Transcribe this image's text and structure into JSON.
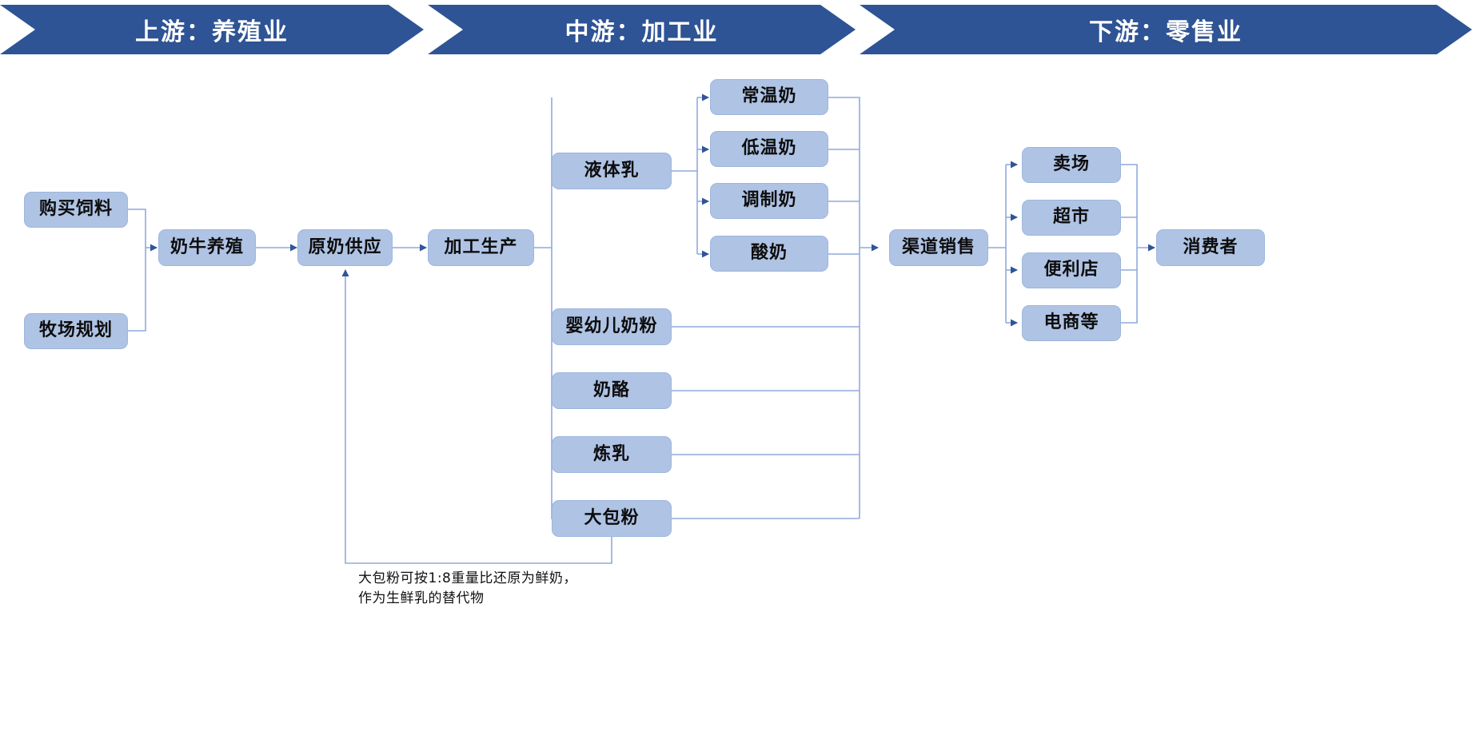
{
  "banners": [
    {
      "id": "upstream",
      "label": "上游：养殖业"
    },
    {
      "id": "midstream",
      "label": "中游：加工业"
    },
    {
      "id": "downstream",
      "label": "下游：零售业"
    }
  ],
  "colors": {
    "banner_fill": "#2E5496",
    "banner_text": "#FFFFFF",
    "node_fill": "#AFC3E4",
    "node_border": "#9FB6DE",
    "node_text": "#0D0D0D",
    "connector": "#4472C4",
    "connector_light": "#8FAADC",
    "background": "#FFFFFF"
  },
  "upstream": {
    "inputs": [
      {
        "id": "buy-feed",
        "label": "购买饲料"
      },
      {
        "id": "farm-planning",
        "label": "牧场规划"
      }
    ],
    "stages": [
      {
        "id": "dairy-farming",
        "label": "奶牛养殖"
      },
      {
        "id": "raw-milk-supply",
        "label": "原奶供应"
      }
    ]
  },
  "midstream": {
    "processing": {
      "id": "processing",
      "label": "加工生产"
    },
    "categories": [
      {
        "id": "liquid-milk",
        "label": "液体乳"
      },
      {
        "id": "infant-formula",
        "label": "婴幼儿奶粉"
      },
      {
        "id": "cheese",
        "label": "奶酪"
      },
      {
        "id": "condensed-milk",
        "label": "炼乳"
      },
      {
        "id": "milk-powder",
        "label": "大包粉"
      }
    ],
    "liquid_milk_products": [
      {
        "id": "ambient-milk",
        "label": "常温奶"
      },
      {
        "id": "chilled-milk",
        "label": "低温奶"
      },
      {
        "id": "formulated-milk",
        "label": "调制奶"
      },
      {
        "id": "yogurt",
        "label": "酸奶"
      }
    ],
    "annotation": "大包粉可按1:8重量比还原为鲜奶，\n作为生鲜乳的替代物"
  },
  "downstream": {
    "channel": {
      "id": "channel-sales",
      "label": "渠道销售"
    },
    "outlets": [
      {
        "id": "hypermarket",
        "label": "卖场"
      },
      {
        "id": "supermarket",
        "label": "超市"
      },
      {
        "id": "convenience",
        "label": "便利店"
      },
      {
        "id": "ecommerce",
        "label": "电商等"
      }
    ],
    "consumer": {
      "id": "consumer",
      "label": "消费者"
    }
  }
}
